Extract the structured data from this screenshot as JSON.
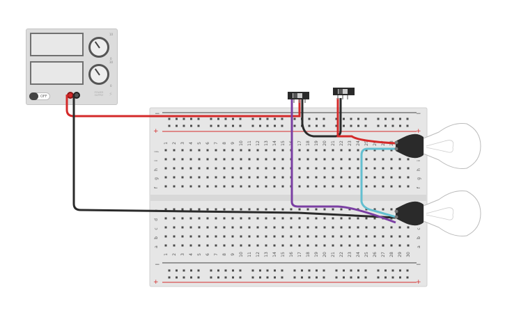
{
  "power_supply": {
    "switch_label": "OFF",
    "name_label": "POWER SUPPLY",
    "knob1_max": "10",
    "knob1_min": "0",
    "knob2_max": "30",
    "knob2_min": "0"
  },
  "breadboard": {
    "rows_top": [
      "j",
      "i",
      "h",
      "g",
      "f"
    ],
    "rows_bottom": [
      "e",
      "d",
      "c",
      "b",
      "a"
    ],
    "column_numbers": [
      "1",
      "2",
      "3",
      "4",
      "5",
      "6",
      "7",
      "8",
      "9",
      "10",
      "11",
      "12",
      "13",
      "14",
      "15",
      "16",
      "17",
      "18",
      "19",
      "20",
      "21",
      "22",
      "23",
      "24",
      "25",
      "26",
      "27",
      "28",
      "29",
      "30"
    ],
    "rail_plus": "+",
    "rail_minus": "−"
  },
  "colors": {
    "red_wire": "#d42a2a",
    "black_wire": "#2a2a2a",
    "purple_wire": "#7b3fa3",
    "cyan_wire": "#63bfd0",
    "board": "#e6e6e6",
    "hole": "#4a4a4a"
  }
}
